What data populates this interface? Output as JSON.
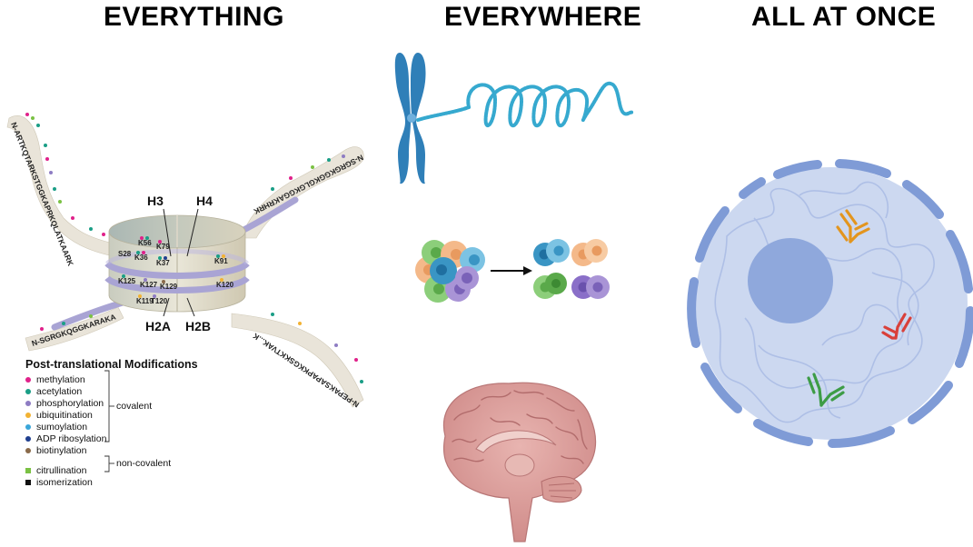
{
  "headings": {
    "everything": "EVERYTHING",
    "everywhere": "EVERYWHERE",
    "all_at_once": "ALL AT ONCE"
  },
  "nucleosome": {
    "histone_labels": {
      "h3": "H3",
      "h4": "H4",
      "h2a": "H2A",
      "h2b": "H2B"
    },
    "residue_labels": {
      "k56": "K56",
      "k79": "K79",
      "s28": "S28",
      "k36": "K36",
      "k37": "K37",
      "k91": "K91",
      "k125": "K125",
      "k127": "K127",
      "k129": "K129",
      "k120": "K120",
      "k119": "K119",
      "t120": "T120"
    },
    "tails": {
      "h3_tail": "N-ARTKQTARKSTGGKAPRKQLATKAARK",
      "h4_tail": "N-SGRGKGGKGLGKGGAKRHRK",
      "h2a_tail": "N-SGRGKQGGKARAKA",
      "h2b_tail": "N-PEPAKSAPAPKKGSKKTVAK...K"
    }
  },
  "legend": {
    "title": "Post-translational Modifications",
    "covalent_items": [
      {
        "label": "methylation",
        "color": "#e0218a"
      },
      {
        "label": "acetylation",
        "color": "#1a9e86"
      },
      {
        "label": "phosphorylation",
        "color": "#8e7cc3"
      },
      {
        "label": "ubiquitination",
        "color": "#f2b233"
      },
      {
        "label": "sumoylation",
        "color": "#3aa6d9"
      },
      {
        "label": "ADP ribosylation",
        "color": "#1f3f8f"
      },
      {
        "label": "biotinylation",
        "color": "#8a6a4a"
      }
    ],
    "covalent_label": "covalent",
    "noncovalent_items": [
      {
        "label": "citrullination",
        "color": "#7ac143"
      },
      {
        "label": "isomerization",
        "color": "#111111"
      }
    ],
    "noncovalent_label": "non-covalent"
  },
  "colors": {
    "chromosome": "#2f7fb8",
    "dna_strand": "#36a9cf",
    "nucleus_fill": "#ccd8f0",
    "nucleus_border": "#7f9bd6",
    "nucleolus": "#8fa8dc",
    "antibody_orange": "#e3951e",
    "antibody_red": "#d9403a",
    "antibody_green": "#3d9c46",
    "brain": "#d99a9a",
    "tail_bead": "#e9e4d9"
  },
  "icons": [
    "chromosome-icon",
    "dna-coil-icon",
    "cell-cluster-icon",
    "arrow-right-icon",
    "sorted-cells-icon",
    "brain-icon",
    "nucleus-icon",
    "antibody-icon"
  ]
}
